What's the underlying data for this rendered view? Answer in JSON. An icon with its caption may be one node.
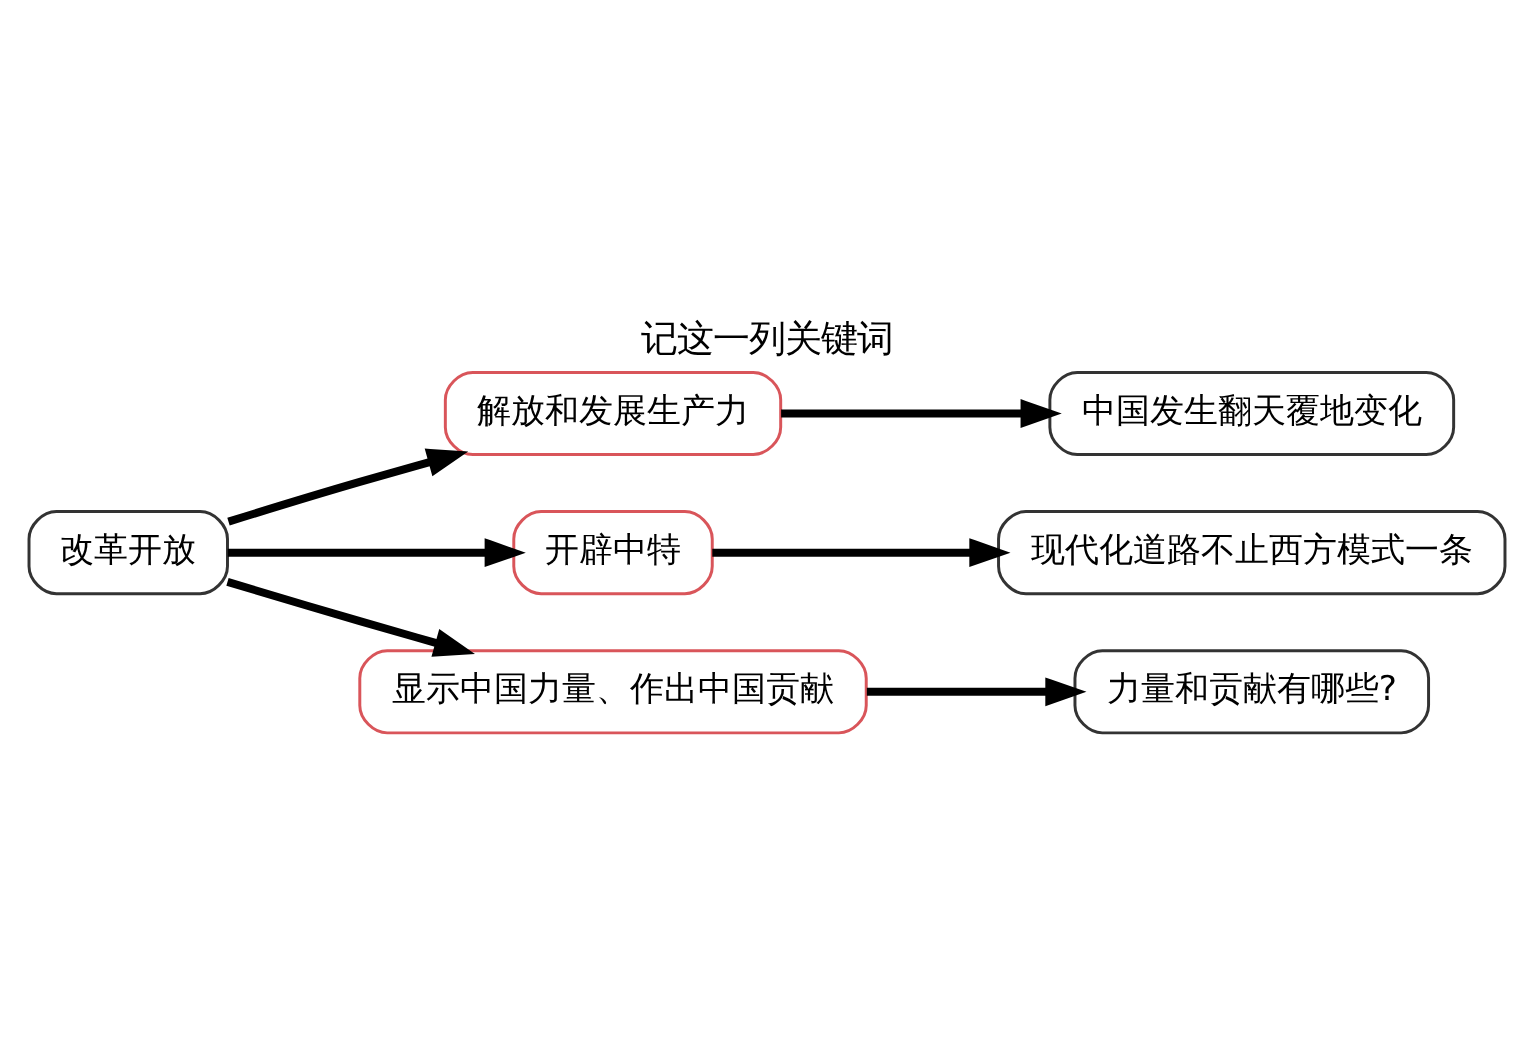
{
  "diagram": {
    "title": "记这一列关键词",
    "nodes": [
      {
        "text": [
          "改革开放"
        ]
      },
      {
        "text": [
          "解放和发展生产力"
        ]
      },
      {
        "text": [
          "开辟中特"
        ]
      },
      {
        "text": [
          "显示中国力量、作出中国贡献"
        ]
      },
      {
        "text": [
          "中国发生翻天覆地变化"
        ]
      },
      {
        "text": [
          "现代化道路不止西方模式一条"
        ]
      },
      {
        "text": [
          "力量和贡献有哪些?"
        ]
      }
    ],
    "edges": [
      {
        "from": 0,
        "to": 1,
        "arrow": "to"
      },
      {
        "from": 0,
        "to": 2,
        "arrow": "to"
      },
      {
        "from": 0,
        "to": 3,
        "arrow": "to"
      },
      {
        "from": 1,
        "to": 4,
        "arrow": "to"
      },
      {
        "from": 2,
        "to": 5,
        "arrow": "to"
      },
      {
        "from": 3,
        "to": 6,
        "arrow": "to"
      }
    ]
  }
}
